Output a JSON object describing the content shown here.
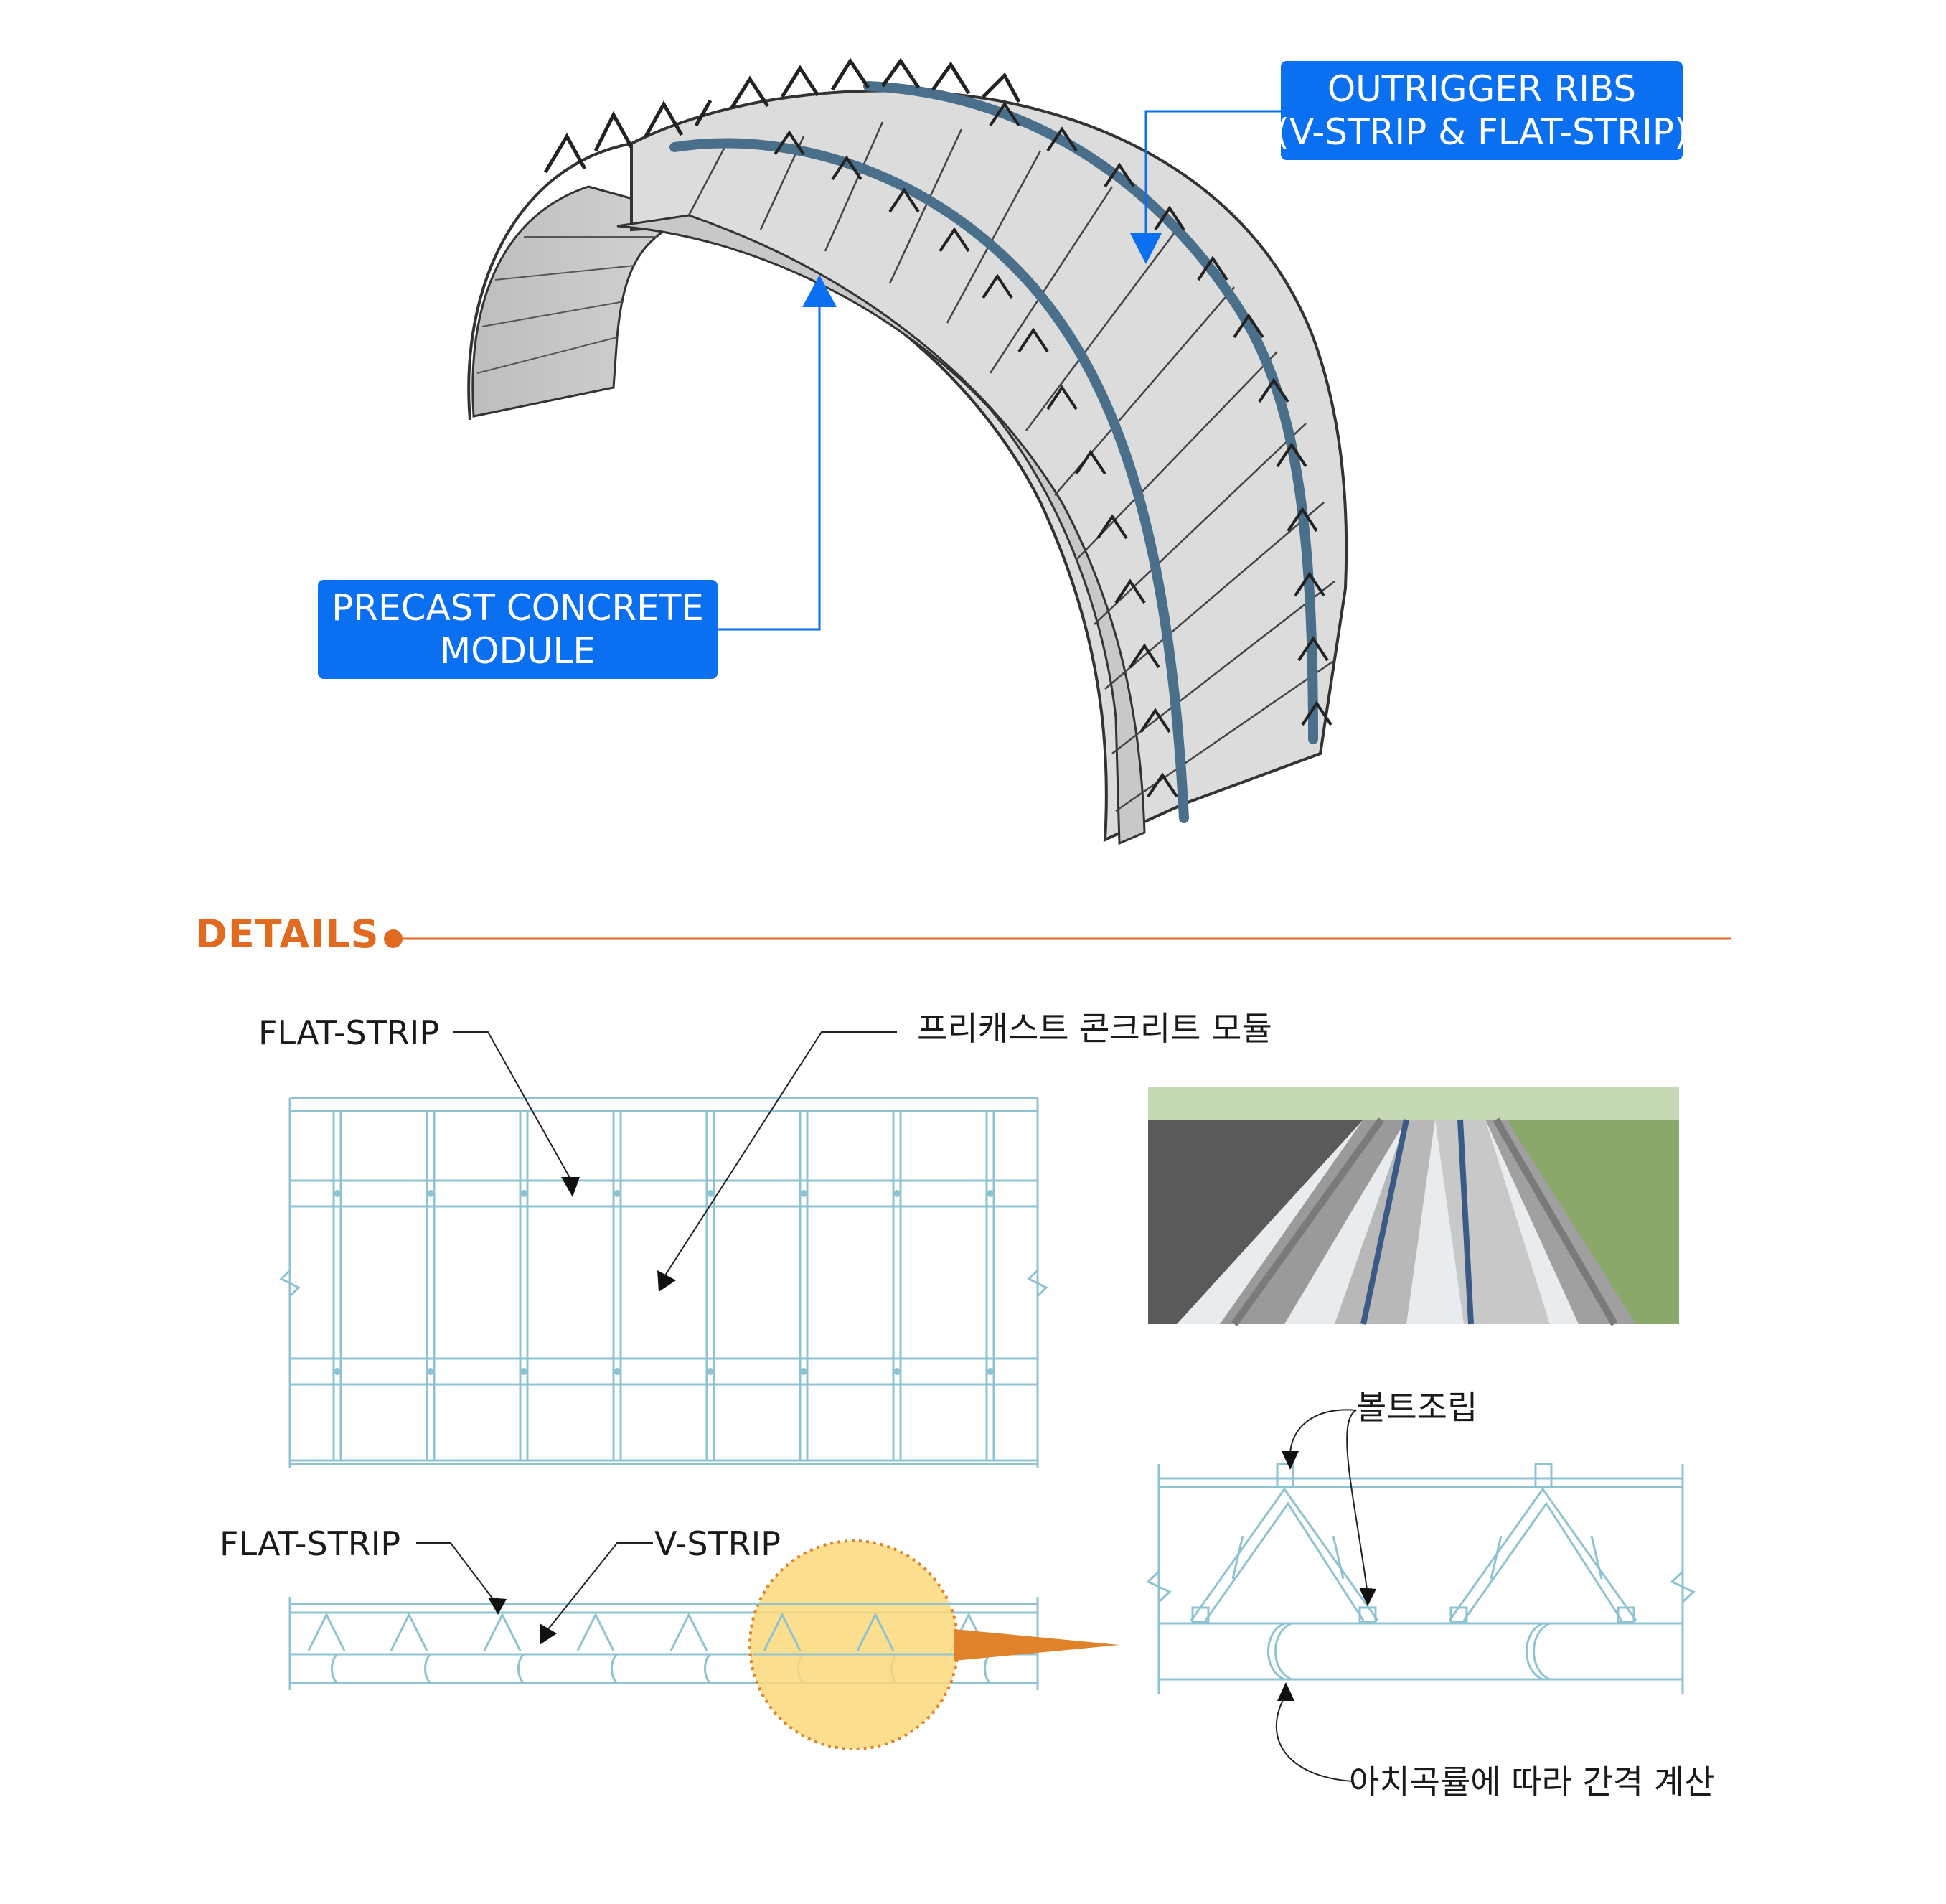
{
  "callouts": {
    "outrigger": {
      "line1": "OUTRIGGER RIBS",
      "line2": "(V-STRIP & FLAT-STRIP)"
    },
    "precast": {
      "line1": "PRECAST CONCRETE",
      "line2": "MODULE"
    }
  },
  "details": {
    "title": "DETAILS",
    "plan": {
      "flat_strip_label": "FLAT-STRIP",
      "module_label": "프리캐스트 콘크리트 모듈"
    },
    "section": {
      "flat_strip_label": "FLAT-STRIP",
      "v_strip_label": "V-STRIP"
    },
    "detail": {
      "bolt_label": "볼트조립",
      "spacing_label": "아치곡률에 따라 간격 계산"
    }
  },
  "colors": {
    "callout_blue": "#0a6ff0",
    "accent_orange": "#e06a1f",
    "drawing_cyan": "#8fc3d1",
    "highlight_yellow": "#fbd97a"
  }
}
